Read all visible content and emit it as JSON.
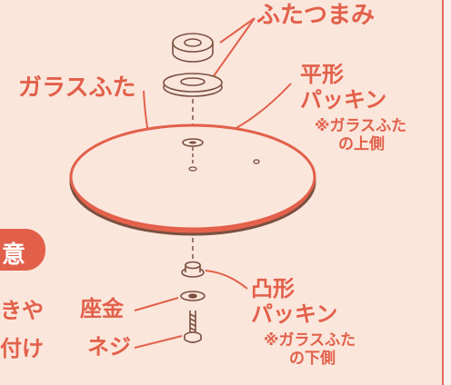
{
  "labels": {
    "futatsumami": "ふたつまみ",
    "garasufuta": "ガラスふた",
    "hiragata_1": "平形",
    "hiragata_2": "パッキン",
    "hiragata_note_1": "※ガラスふた",
    "hiragata_note_2": "の上側",
    "totsugata_1": "凸形",
    "totsugata_2": "パッキン",
    "totsugata_note_1": "※ガラスふた",
    "totsugata_note_2": "の下側",
    "zagane": "座金",
    "neji": "ネジ"
  },
  "left_fragments": {
    "badge_char": "意",
    "line1": "きや",
    "line2": "付け"
  },
  "colors": {
    "accent": "#e2604a",
    "background": "#fbe6dc",
    "outline": "#7a5040"
  }
}
